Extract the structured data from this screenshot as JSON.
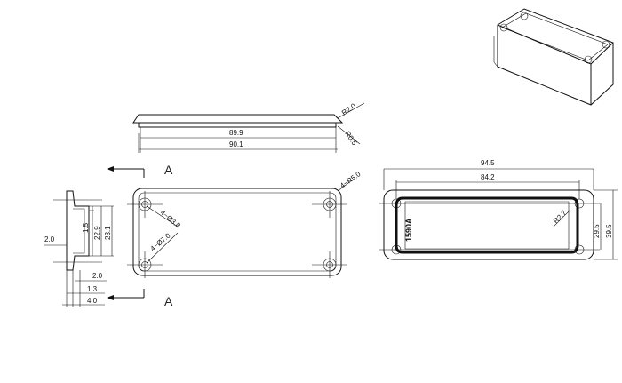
{
  "lid_side_view": {
    "width_inner": "89.9",
    "width_outer": "90.1",
    "radius_top": "R2.0",
    "radius_bottom": "R0.5"
  },
  "section_marks": {
    "top": "A",
    "bottom": "A"
  },
  "section_view": {
    "lip": "1.5",
    "inner_height": "22.9",
    "outer_height": "23.1",
    "wall": "2.0",
    "step": "2.0",
    "depth_small": "1.3",
    "depth_total": "4.0"
  },
  "front_view": {
    "corner_radius": "4−R5.0",
    "hole_small": "4−Ø3.8",
    "hole_large": "4−Ø7.0"
  },
  "bottom_view": {
    "overall_width": "94.5",
    "hole_spacing_x": "84.2",
    "inner_radius": "R2.7",
    "hole_spacing_y": "29.5",
    "overall_height": "39.5",
    "model": "1590A"
  }
}
